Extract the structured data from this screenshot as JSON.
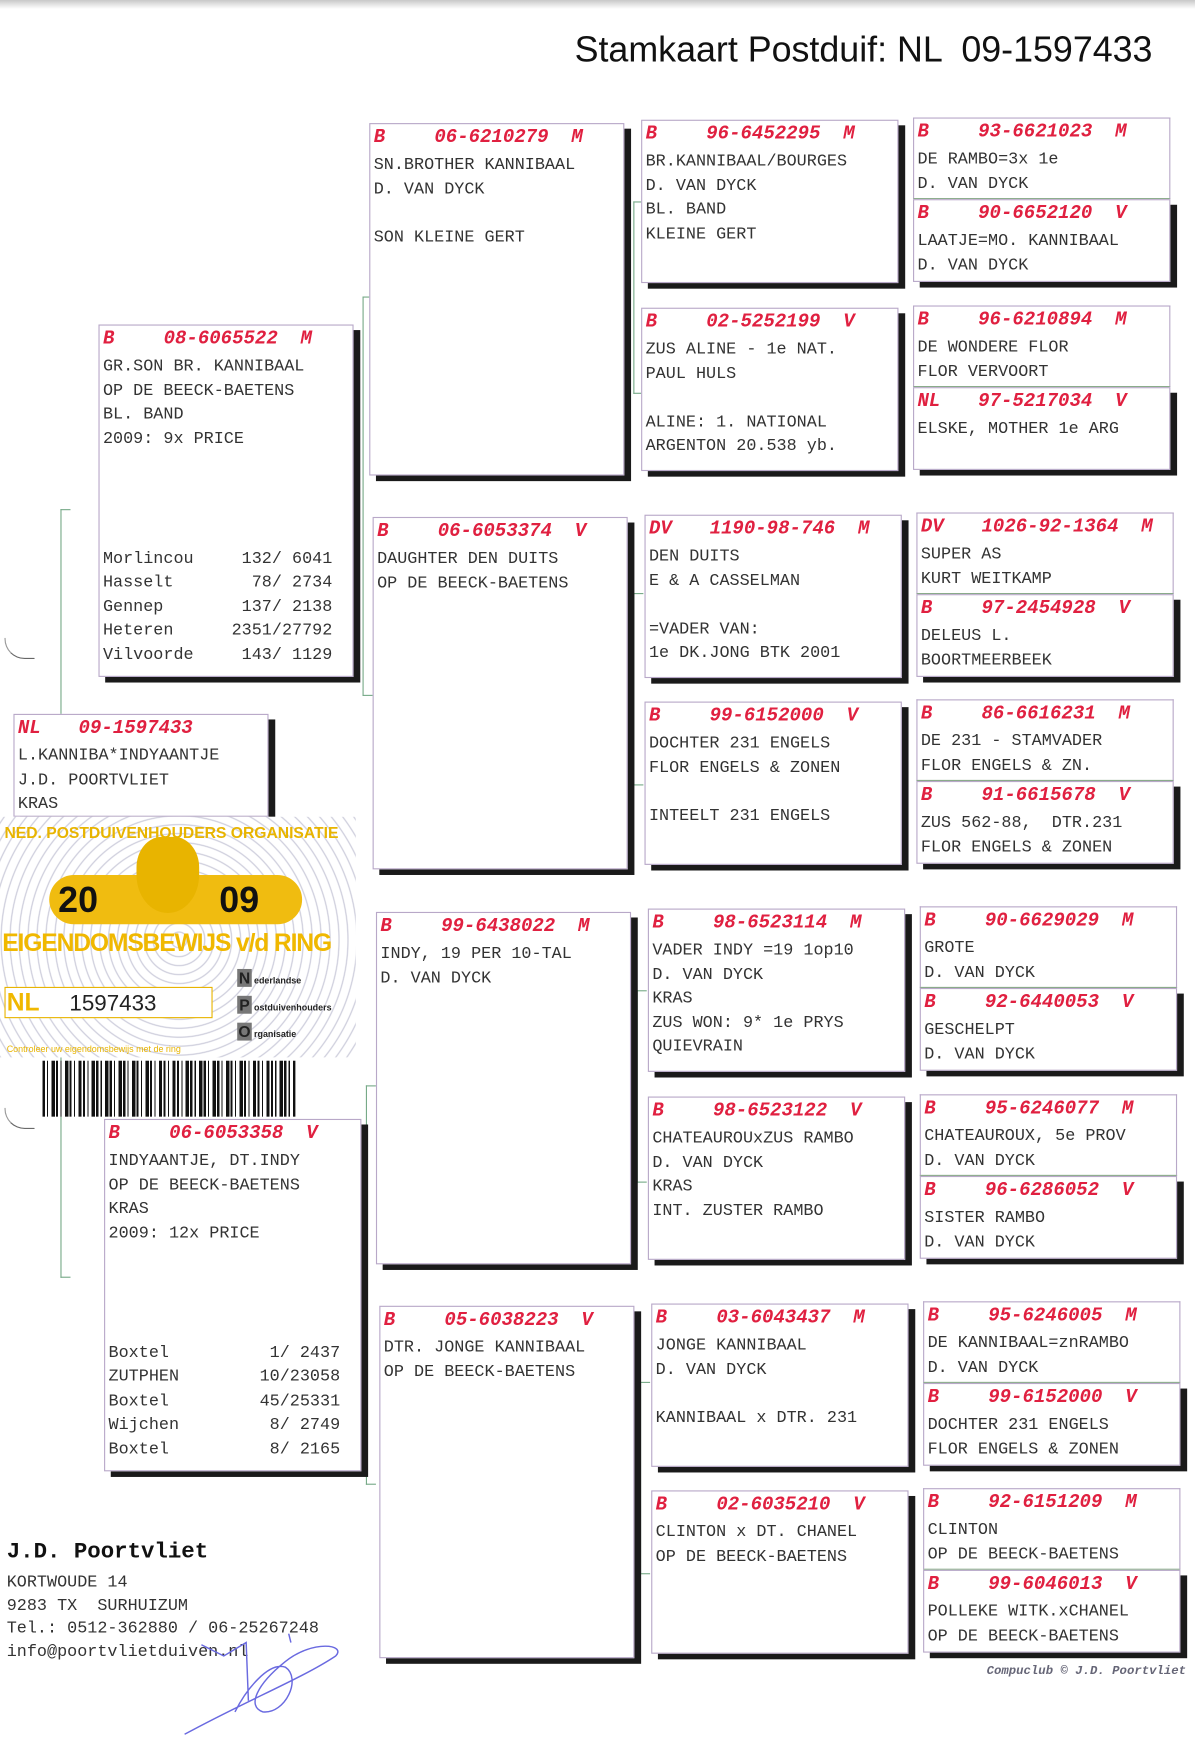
{
  "title": "Stamkaart Postduif: NL  09-1597433",
  "accent_color": "#e02040",
  "pigeon": {
    "pre": "NL",
    "ring": "09-1597433",
    "sex": "",
    "lines": [
      "L.KANNIBA*INDYAANTJE",
      "J.D. POORTVLIET",
      "KRAS"
    ]
  },
  "sire": {
    "pre": "B",
    "ring": "08-6065522",
    "sex": "M",
    "lines": [
      "GR.SON BR. KANNIBAAL",
      "OP DE BEECK-BAETENS",
      "BL. BAND",
      "2009: 9x PRICE"
    ],
    "results": [
      [
        "Morlincou",
        "132/ 6041"
      ],
      [
        "Hasselt",
        "78/ 2734"
      ],
      [
        "Gennep",
        "137/ 2138"
      ],
      [
        "Heteren",
        "2351/27792"
      ],
      [
        "Vilvoorde",
        "143/ 1129"
      ]
    ]
  },
  "dam": {
    "pre": "B",
    "ring": "06-6053358",
    "sex": "V",
    "lines": [
      "INDYAANTJE, DT.INDY",
      "OP DE BEECK-BAETENS",
      "KRAS",
      "2009: 12x PRICE"
    ],
    "results": [
      [
        "Boxtel",
        "1/ 2437"
      ],
      [
        "ZUTPHEN",
        "10/23058"
      ],
      [
        "Boxtel",
        "45/25331"
      ],
      [
        "Wijchen",
        "8/ 2749"
      ],
      [
        "Boxtel",
        "8/ 2165"
      ]
    ]
  },
  "gen3": [
    {
      "pre": "B",
      "ring": "06-6210279",
      "sex": "M",
      "lines": [
        "SN.BROTHER KANNIBAAL",
        "D. VAN DYCK",
        "",
        "SON KLEINE GERT"
      ]
    },
    {
      "pre": "B",
      "ring": "06-6053374",
      "sex": "V",
      "lines": [
        "DAUGHTER DEN DUITS",
        "OP DE BEECK-BAETENS"
      ]
    },
    {
      "pre": "B",
      "ring": "99-6438022",
      "sex": "M",
      "lines": [
        "INDY, 19 PER 10-TAL",
        "D. VAN DYCK"
      ]
    },
    {
      "pre": "B",
      "ring": "05-6038223",
      "sex": "V",
      "lines": [
        "DTR. JONGE KANNIBAAL",
        "OP DE BEECK-BAETENS"
      ]
    }
  ],
  "gen4": [
    {
      "pre": "B",
      "ring": "96-6452295",
      "sex": "M",
      "lines": [
        "BR.KANNIBAAL/BOURGES",
        "D. VAN DYCK",
        "BL. BAND",
        "KLEINE GERT"
      ]
    },
    {
      "pre": "B",
      "ring": "02-5252199",
      "sex": "V",
      "lines": [
        "ZUS ALINE - 1e NAT.",
        "PAUL HULS",
        "",
        "ALINE: 1. NATIONAL",
        "ARGENTON 20.538 yb."
      ]
    },
    {
      "pre": "DV",
      "ring": "1190-98-746",
      "sex": "M",
      "lines": [
        "DEN DUITS",
        "E & A CASSELMAN",
        "",
        "=VADER VAN:",
        "1e DK.JONG BTK 2001"
      ]
    },
    {
      "pre": "B",
      "ring": "99-6152000",
      "sex": "V",
      "lines": [
        "DOCHTER 231 ENGELS",
        "FLOR ENGELS & ZONEN",
        "",
        "INTEELT 231 ENGELS"
      ]
    },
    {
      "pre": "B",
      "ring": "98-6523114",
      "sex": "M",
      "lines": [
        "VADER INDY =19 1op10",
        "D. VAN DYCK",
        "KRAS",
        "ZUS WON: 9* 1e PRYS",
        "QUIEVRAIN"
      ]
    },
    {
      "pre": "B",
      "ring": "98-6523122",
      "sex": "V",
      "lines": [
        "CHATEAUROUxZUS RAMBO",
        "D. VAN DYCK",
        "KRAS",
        "INT. ZUSTER RAMBO"
      ]
    },
    {
      "pre": "B",
      "ring": "03-6043437",
      "sex": "M",
      "lines": [
        "JONGE KANNIBAAL",
        "D. VAN DYCK",
        "",
        "KANNIBAAL x DTR. 231"
      ]
    },
    {
      "pre": "B",
      "ring": "02-6035210",
      "sex": "V",
      "lines": [
        "CLINTON x DT. CHANEL",
        "OP DE BEECK-BAETENS"
      ]
    }
  ],
  "gen5": [
    {
      "pre": "B",
      "ring": "93-6621023",
      "sex": "M",
      "lines": [
        "DE RAMBO=3x 1e",
        "D. VAN DYCK"
      ]
    },
    {
      "pre": "B",
      "ring": "90-6652120",
      "sex": "V",
      "lines": [
        "LAATJE=MO. KANNIBAAL",
        "D. VAN DYCK"
      ]
    },
    {
      "pre": "B",
      "ring": "96-6210894",
      "sex": "M",
      "lines": [
        "DE WONDERE FLOR",
        "FLOR VERVOORT"
      ]
    },
    {
      "pre": "NL",
      "ring": "97-5217034",
      "sex": "V",
      "lines": [
        "ELSKE, MOTHER 1e ARG"
      ]
    },
    {
      "pre": "DV",
      "ring": "1026-92-1364",
      "sex": "M",
      "lines": [
        "SUPER AS",
        "KURT WEITKAMP"
      ]
    },
    {
      "pre": "B",
      "ring": "97-2454928",
      "sex": "V",
      "lines": [
        "DELEUS L.",
        "BOORTMEERBEEK"
      ]
    },
    {
      "pre": "B",
      "ring": "86-6616231",
      "sex": "M",
      "lines": [
        "DE 231 - STAMVADER",
        "FLOR ENGELS & ZN."
      ]
    },
    {
      "pre": "B",
      "ring": "91-6615678",
      "sex": "V",
      "lines": [
        "ZUS 562-88,  DTR.231",
        "FLOR ENGELS & ZONEN"
      ]
    },
    {
      "pre": "B",
      "ring": "90-6629029",
      "sex": "M",
      "lines": [
        "GROTE",
        "D. VAN DYCK"
      ]
    },
    {
      "pre": "B",
      "ring": "92-6440053",
      "sex": "V",
      "lines": [
        "GESCHELPT",
        "D. VAN DYCK"
      ]
    },
    {
      "pre": "B",
      "ring": "95-6246077",
      "sex": "M",
      "lines": [
        "CHATEAUROUX, 5e PROV",
        "D. VAN DYCK"
      ]
    },
    {
      "pre": "B",
      "ring": "96-6286052",
      "sex": "V",
      "lines": [
        "SISTER RAMBO",
        "D. VAN DYCK"
      ]
    },
    {
      "pre": "B",
      "ring": "95-6246005",
      "sex": "M",
      "lines": [
        "DE KANNIBAAL=znRAMBO",
        "D. VAN DYCK"
      ]
    },
    {
      "pre": "B",
      "ring": "99-6152000",
      "sex": "V",
      "lines": [
        "DOCHTER 231 ENGELS",
        "FLOR ENGELS & ZONEN"
      ]
    },
    {
      "pre": "B",
      "ring": "92-6151209",
      "sex": "M",
      "lines": [
        "CLINTON",
        "OP DE BEECK-BAETENS"
      ]
    },
    {
      "pre": "B",
      "ring": "99-6046013",
      "sex": "V",
      "lines": [
        "POLLEKE WITK.xCHANEL",
        "OP DE BEECK-BAETENS"
      ]
    }
  ],
  "certificate": {
    "org": "NED. POSTDUIVENHOUDERS ORGANISATIE",
    "year_left": "20",
    "year_right": "09",
    "heading": "EIGENDOMSBEWIJS v/d RING",
    "country": "NL",
    "ring_number": "1597433",
    "npo": [
      "ederlandse",
      "ostduivenhouders",
      "rganisatie"
    ],
    "npo_letters": [
      "N",
      "P",
      "O"
    ],
    "note": "Controleer uw eigendomsbewijs met de ring"
  },
  "owner": {
    "name": "J.D. Poortvliet",
    "address": "KORTWOUDE 14",
    "city": "9283 TX  SURHUIZUM",
    "phone": "Tel.: 0512-362880 / 06-25267248",
    "email": "info@poortvlietduiven.nl"
  },
  "footer": "Compuclub © J.D. Poortvliet"
}
